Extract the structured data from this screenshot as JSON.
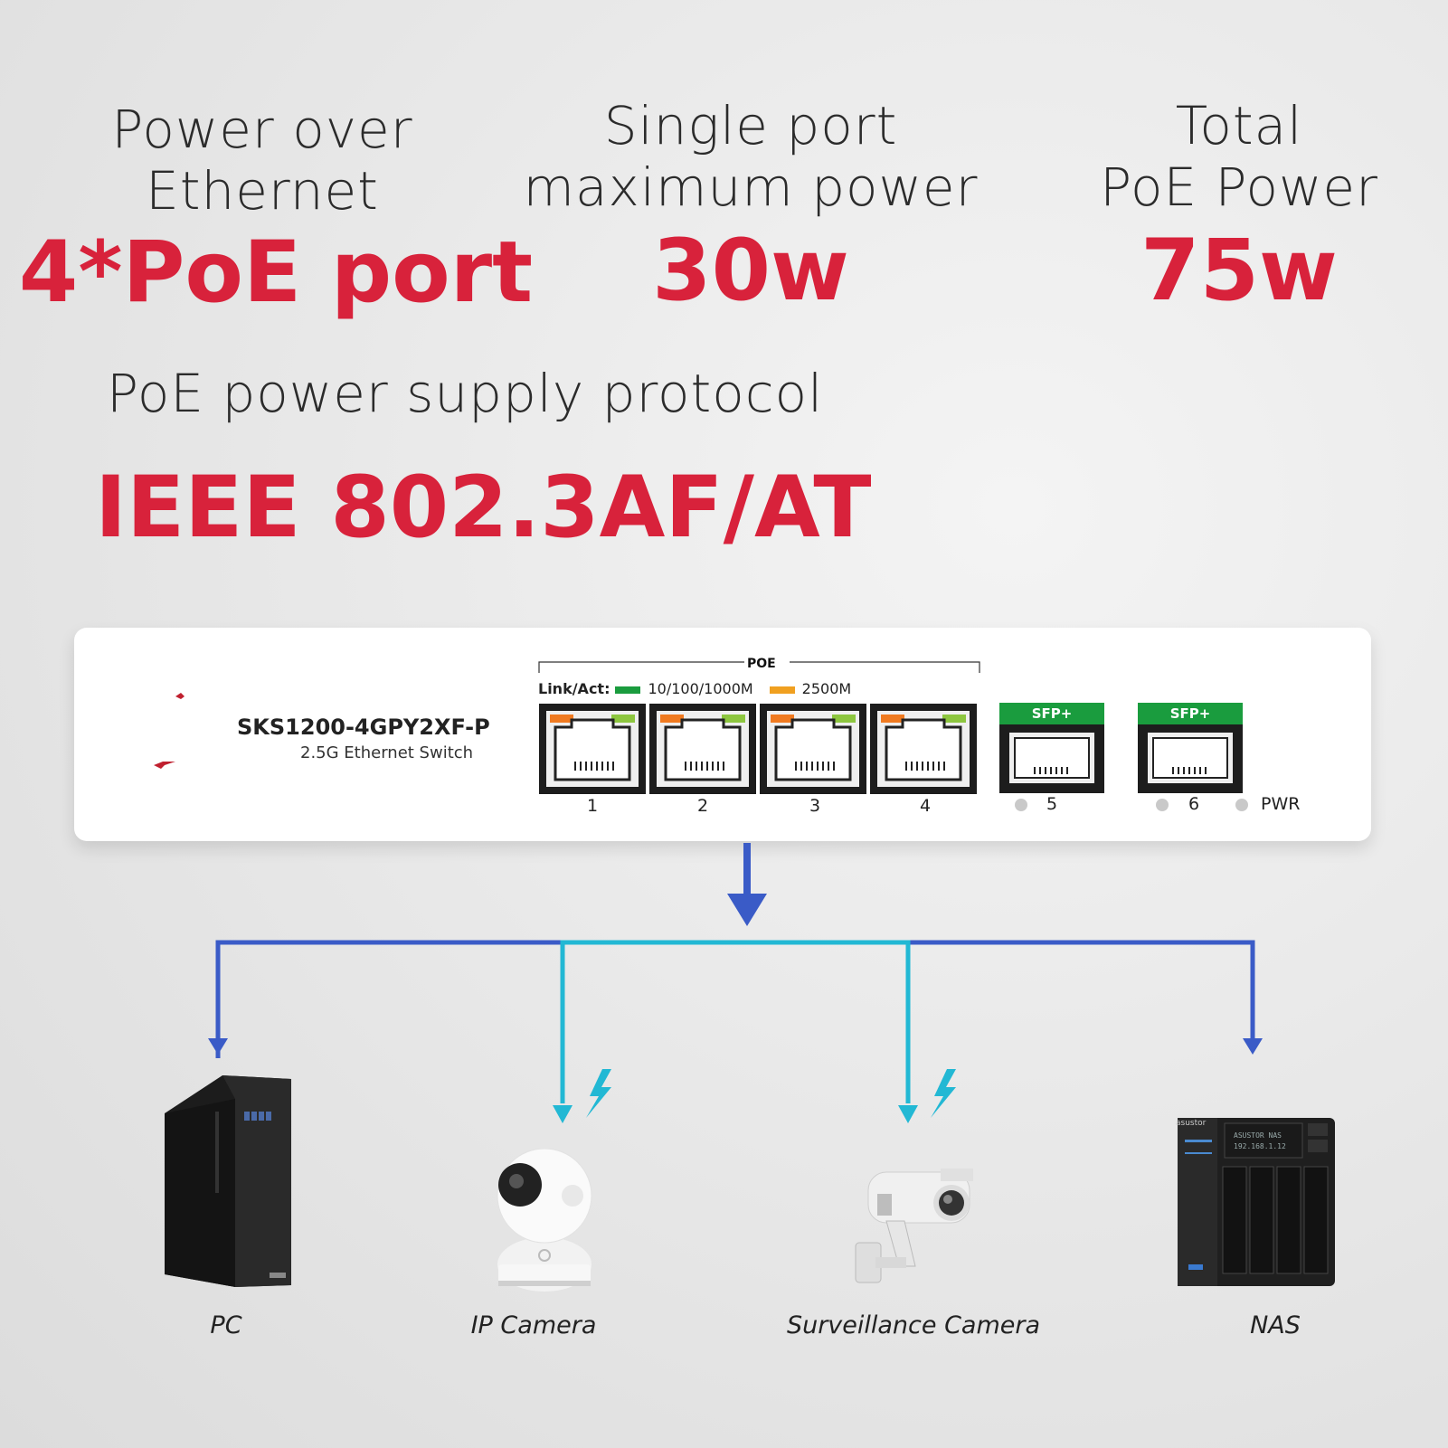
{
  "headline": {
    "col1_line1": "Power over",
    "col1_line2": "Ethernet",
    "col1_value": "4*PoE port",
    "col2_line1": "Single port",
    "col2_line2": "maximum power",
    "col2_value": "30w",
    "col3_line1": "Total",
    "col3_line2": "PoE Power",
    "col3_value": "75w",
    "protocol_label": "PoE power supply protocol",
    "protocol_value": "IEEE 802.3AF/AT"
  },
  "switch": {
    "model": "SKS1200-4GPY2XF-P",
    "subtitle": "2.5G Ethernet Switch",
    "poe_group_label": "POE",
    "legend_label": "Link/Act:",
    "legend_speed1": "10/100/1000M",
    "legend_speed2": "2500M",
    "legend_color1": "#1a9c3e",
    "legend_color2": "#f0a020",
    "ports": [
      "1",
      "2",
      "3",
      "4"
    ],
    "sfp_label": "SFP+",
    "sfp_ports": [
      "5",
      "6"
    ],
    "pwr_label": "PWR"
  },
  "devices": {
    "pc": "PC",
    "ip_camera": "IP Camera",
    "surveillance_camera": "Surveillance Camera",
    "nas": "NAS",
    "nas_brand": "asustor"
  },
  "colors": {
    "accent_red": "#d8223b",
    "arrow_blue": "#3a5bc7",
    "arrow_cyan": "#22b8d4"
  }
}
